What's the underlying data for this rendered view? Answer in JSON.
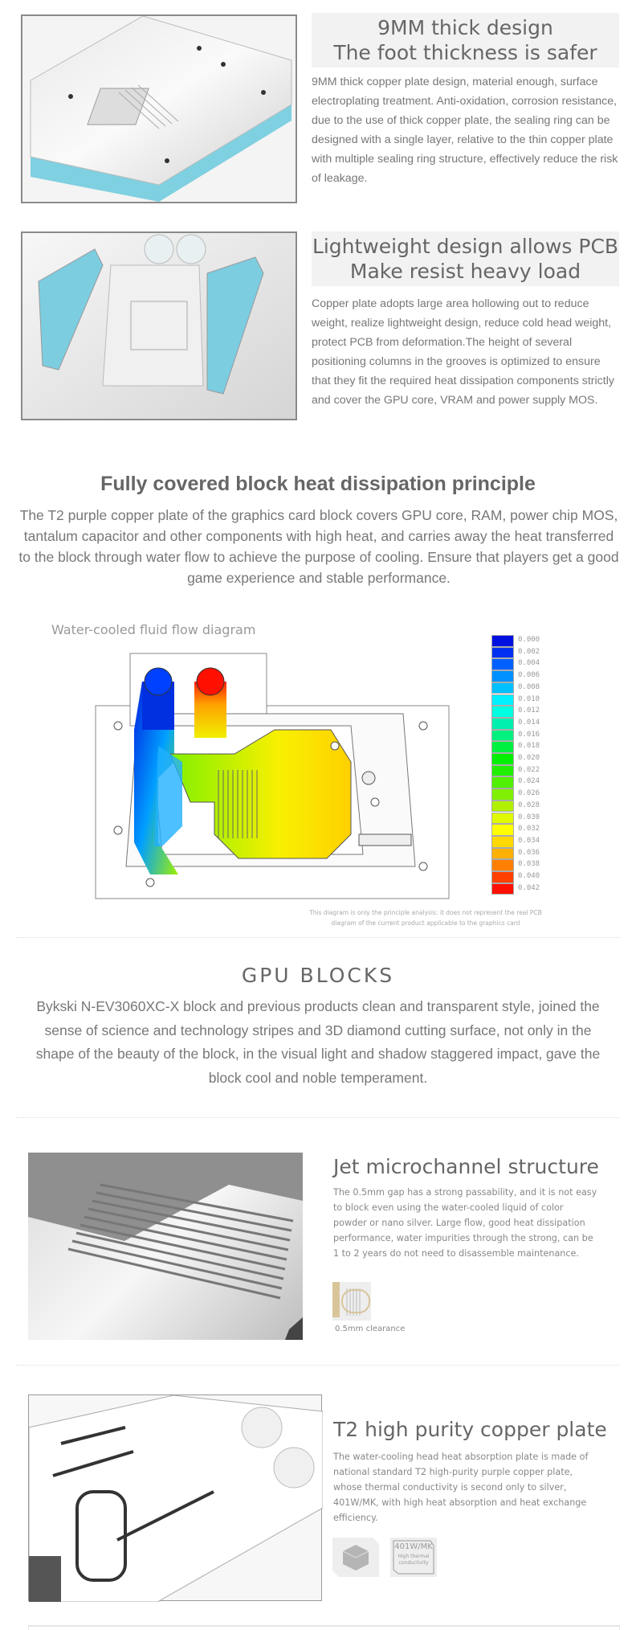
{
  "section1": {
    "title_line1": "9MM thick design",
    "title_line2": "The foot thickness is safer",
    "body": "9MM thick copper plate design, material enough, surface electroplating treatment. Anti-oxidation, corrosion resistance, due to the use of thick copper plate, the sealing ring can be designed with a single layer, relative to the thin copper plate with multiple sealing ring structure, effectively reduce the risk of leakage."
  },
  "section2": {
    "title_line1": "Lightweight design allows PCB",
    "title_line2": "Make resist heavy load",
    "body": "Copper plate adopts large area hollowing out to reduce weight, realize lightweight design, reduce cold head weight, protect PCB from deformation.The height of several positioning columns in the grooves is optimized to ensure that they fit the required heat dissipation components strictly and cover the GPU core, VRAM and power supply MOS."
  },
  "principle": {
    "heading": "Fully covered block heat dissipation principle",
    "body": "The T2 purple copper plate of the graphics card block covers GPU core, RAM, power chip MOS, tantalum capacitor and other components with high heat, and carries away the heat transferred to the block through water flow to achieve the purpose of cooling. Ensure that players get a good game experience and stable performance."
  },
  "diagram": {
    "label": "Water-cooled fluid flow diagram",
    "caption_line1": "This diagram is only the principle analysis: it does not represent the real PCB",
    "caption_line2": "diagram of the current product applicable to the graphics card",
    "legend": [
      {
        "value": "0.000",
        "color": "#0010e0"
      },
      {
        "value": "0.002",
        "color": "#0030f0"
      },
      {
        "value": "0.004",
        "color": "#0060ff"
      },
      {
        "value": "0.006",
        "color": "#0090ff"
      },
      {
        "value": "0.008",
        "color": "#00c0ff"
      },
      {
        "value": "0.010",
        "color": "#00f0ff"
      },
      {
        "value": "0.012",
        "color": "#00ffe0"
      },
      {
        "value": "0.014",
        "color": "#00f0b0"
      },
      {
        "value": "0.016",
        "color": "#00f080"
      },
      {
        "value": "0.018",
        "color": "#00f040"
      },
      {
        "value": "0.020",
        "color": "#00f000"
      },
      {
        "value": "0.022",
        "color": "#20f000"
      },
      {
        "value": "0.024",
        "color": "#50f000"
      },
      {
        "value": "0.026",
        "color": "#80f000"
      },
      {
        "value": "0.028",
        "color": "#b0f000"
      },
      {
        "value": "0.030",
        "color": "#e0f800"
      },
      {
        "value": "0.032",
        "color": "#ffff00"
      },
      {
        "value": "0.034",
        "color": "#ffd800"
      },
      {
        "value": "0.036",
        "color": "#ffb000"
      },
      {
        "value": "0.038",
        "color": "#ff8000"
      },
      {
        "value": "0.040",
        "color": "#ff4000"
      },
      {
        "value": "0.042",
        "color": "#ff1000"
      }
    ]
  },
  "gpu_blocks": {
    "heading": "GPU BLOCKS",
    "body": "Bykski N-EV3060XC-X block and previous products clean and transparent style, joined the sense of science and technology stripes and 3D diamond cutting surface, not only in the shape of the beauty of the block, in the visual light and shadow staggered impact, gave the block cool and noble temperament."
  },
  "jet": {
    "title": "Jet microchannel structure",
    "body": "The 0.5mm gap has a strong passability, and it is not easy to block even using the water-cooled liquid of color powder or nano silver. Large flow, good heat dissipation performance, water impurities through the strong, can be 1 to 2 years do not need to disassemble maintenance.",
    "icon_caption": "0.5mm clearance"
  },
  "t2": {
    "title": "T2 high purity copper plate",
    "body": "The water-cooling head heat absorption plate is made of national standard T2 high-purity purple copper plate, whose thermal conductivity is second only to silver, 401W/MK, with high heat absorption and heat exchange efficiency.",
    "badge_value": "401W/MK",
    "badge_line1": "High thermal",
    "badge_line2": "conductivity"
  }
}
